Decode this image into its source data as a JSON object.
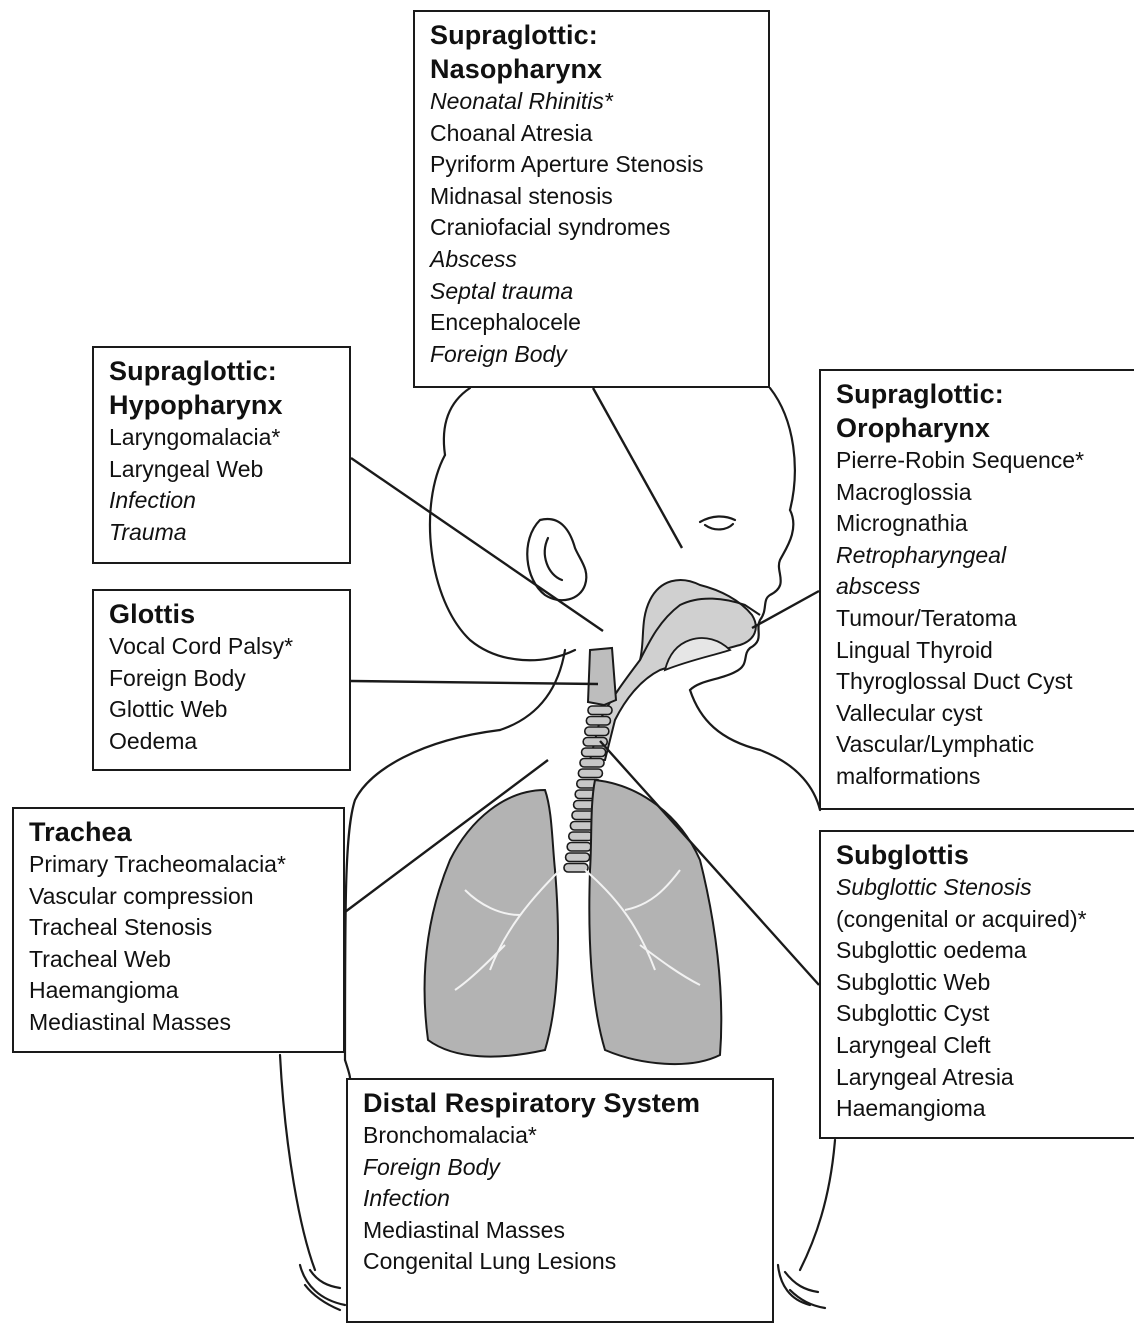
{
  "diagram": {
    "boxes": {
      "nasopharynx": {
        "title": [
          "Supraglottic:",
          "Nasopharynx"
        ],
        "items": [
          {
            "text": "Neonatal Rhinitis*",
            "italic": true
          },
          {
            "text": "Choanal Atresia",
            "italic": false
          },
          {
            "text": "Pyriform Aperture Stenosis",
            "italic": false
          },
          {
            "text": "Midnasal stenosis",
            "italic": false
          },
          {
            "text": "Craniofacial syndromes",
            "italic": false
          },
          {
            "text": "Abscess",
            "italic": true
          },
          {
            "text": "Septal trauma",
            "italic": true
          },
          {
            "text": "Encephalocele",
            "italic": false
          },
          {
            "text": "Foreign Body",
            "italic": true
          }
        ]
      },
      "hypopharynx": {
        "title": [
          "Supraglottic:",
          "Hypopharynx"
        ],
        "items": [
          {
            "text": "Laryngomalacia*",
            "italic": false
          },
          {
            "text": "Laryngeal Web",
            "italic": false
          },
          {
            "text": "Infection",
            "italic": true
          },
          {
            "text": "Trauma",
            "italic": true
          }
        ]
      },
      "glottis": {
        "title": [
          "Glottis"
        ],
        "items": [
          {
            "text": "Vocal Cord Palsy*",
            "italic": false
          },
          {
            "text": "Foreign Body",
            "italic": false
          },
          {
            "text": "Glottic Web",
            "italic": false
          },
          {
            "text": "Oedema",
            "italic": false
          }
        ]
      },
      "oropharynx": {
        "title": [
          "Supraglottic:",
          "Oropharynx"
        ],
        "items": [
          {
            "text": "Pierre-Robin Sequence*",
            "italic": false
          },
          {
            "text": "Macroglossia",
            "italic": false
          },
          {
            "text": "Micrognathia",
            "italic": false
          },
          {
            "text": "Retropharyngeal",
            "italic": true
          },
          {
            "text": "abscess",
            "italic": true
          },
          {
            "text": "Tumour/Teratoma",
            "italic": false
          },
          {
            "text": "Lingual Thyroid",
            "italic": false
          },
          {
            "text": "Thyroglossal Duct Cyst",
            "italic": false
          },
          {
            "text": "Vallecular cyst",
            "italic": false
          },
          {
            "text": "Vascular/Lymphatic",
            "italic": false
          },
          {
            "text": "malformations",
            "italic": false
          }
        ]
      },
      "trachea": {
        "title": [
          "Trachea"
        ],
        "items": [
          {
            "text": "Primary Tracheomalacia*",
            "italic": false
          },
          {
            "text": "Vascular compression",
            "italic": false
          },
          {
            "text": "Tracheal Stenosis",
            "italic": false
          },
          {
            "text": "Tracheal Web",
            "italic": false
          },
          {
            "text": "Haemangioma",
            "italic": false
          },
          {
            "text": "Mediastinal Masses",
            "italic": false
          }
        ]
      },
      "subglottis": {
        "title": [
          "Subglottis"
        ],
        "items": [
          {
            "text": "Subglottic Stenosis",
            "italic": true
          },
          {
            "text": "(congenital or acquired)*",
            "italic": false
          },
          {
            "text": "Subglottic oedema",
            "italic": false
          },
          {
            "text": "Subglottic Web",
            "italic": false
          },
          {
            "text": "Subglottic Cyst",
            "italic": false
          },
          {
            "text": "Laryngeal Cleft",
            "italic": false
          },
          {
            "text": "Laryngeal Atresia",
            "italic": false
          },
          {
            "text": "Haemangioma",
            "italic": false
          }
        ]
      },
      "distal": {
        "title": [
          "Distal Respiratory System"
        ],
        "items": [
          {
            "text": "Bronchomalacia*",
            "italic": false
          },
          {
            "text": "Foreign Body",
            "italic": true
          },
          {
            "text": "Infection",
            "italic": true
          },
          {
            "text": "Mediastinal Masses",
            "italic": false
          },
          {
            "text": "Congenital Lung Lesions",
            "italic": false
          }
        ]
      }
    },
    "colors": {
      "outline": "#1a1a1a",
      "airway_fill": "#d0d0d0",
      "lung_fill": "#b3b3b3",
      "background": "#ffffff"
    }
  }
}
